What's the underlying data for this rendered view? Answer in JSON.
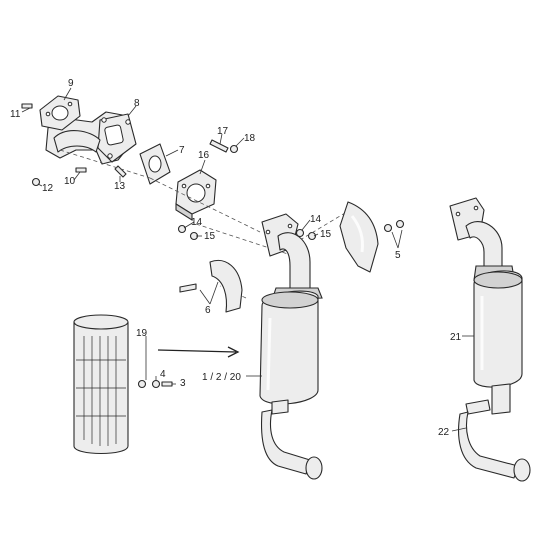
{
  "callouts": {
    "c1": "1 / 2 / 20",
    "c3": "3",
    "c4": "4",
    "c5": "5",
    "c6": "6",
    "c7": "7",
    "c8": "8",
    "c9": "9",
    "c10": "10",
    "c11": "11",
    "c12": "12",
    "c13": "13",
    "c14a": "14",
    "c14b": "14",
    "c15a": "15",
    "c15b": "15",
    "c16": "16",
    "c17": "17",
    "c18": "18",
    "c19": "19",
    "c21": "21",
    "c22": "22"
  },
  "colors": {
    "line": "#2a2a2a",
    "fill": "#ededed",
    "background": "#ffffff"
  }
}
